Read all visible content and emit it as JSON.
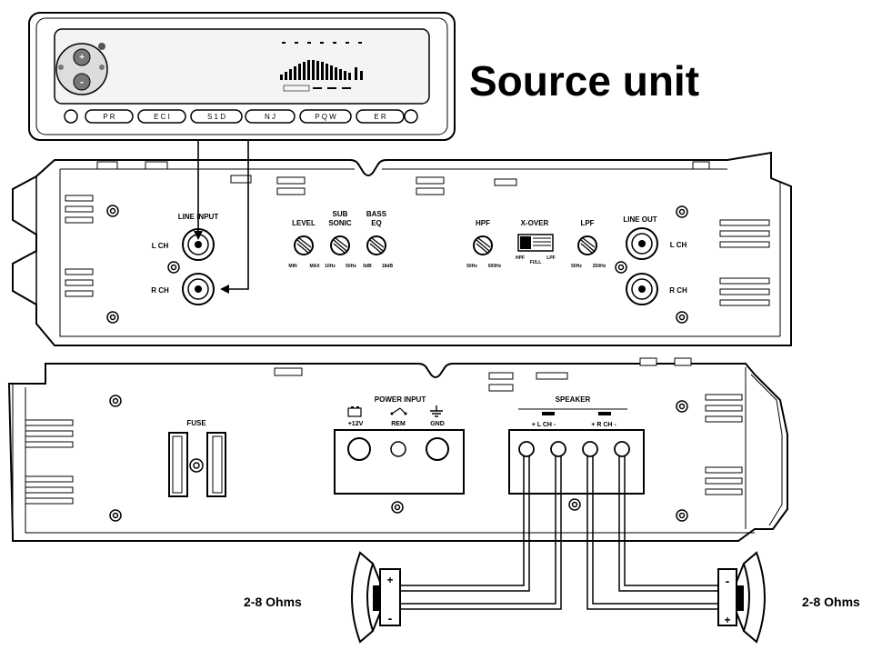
{
  "title": "Source unit",
  "source_unit": {
    "buttons": [
      "P  R",
      "E C I",
      "S 1 D",
      "N  J",
      "P Q W",
      "E  R"
    ]
  },
  "amp_top": {
    "line_input": "LINE INPUT",
    "line_out": "LINE OUT",
    "lch": "L CH",
    "rch": "R CH",
    "level": "LEVEL",
    "level_min": "MIN",
    "level_max": "MAX",
    "sub_sonic": "SUB SONIC",
    "sub_sonic_1": "SUB",
    "sub_sonic_2": "SONIC",
    "sub_lo": "10Hz",
    "sub_hi": "50Hz",
    "bass_eq_1": "BASS",
    "bass_eq_2": "EQ",
    "bass_lo": "0dB",
    "bass_hi": "18dB",
    "hpf": "HPF",
    "hpf_lo": "50Hz",
    "hpf_hi": "500Hz",
    "xover": "X-OVER",
    "xover_lo": "HPF",
    "xover_mid": "FULL",
    "xover_hi": "LPF",
    "lpf": "LPF",
    "lpf_lo": "50Hz",
    "lpf_hi": "250Hz"
  },
  "amp_bottom": {
    "fuse": "FUSE",
    "power_input": "POWER INPUT",
    "p12v": "+12V",
    "rem": "REM",
    "gnd": "GND",
    "speaker": "SPEAKER",
    "lch": "+ L CH -",
    "rch": "+ R CH -"
  },
  "speakers": {
    "left_ohms": "2-8 Ohms",
    "right_ohms": "2-8 Ohms",
    "plus": "+",
    "minus": "-"
  },
  "colors": {
    "line": "#000000",
    "background": "#ffffff"
  }
}
